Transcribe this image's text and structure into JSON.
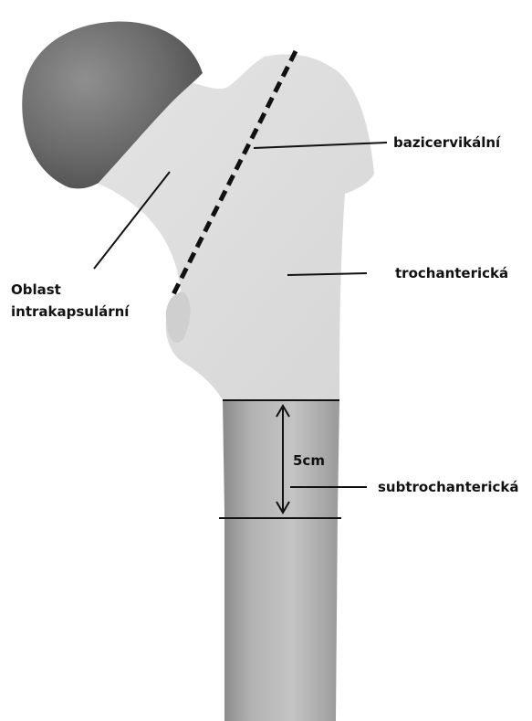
{
  "labels": {
    "intracapsular_line1": "Oblast",
    "intracapsular_line2": "intrakapsulární",
    "basicervical": "bazicervikální",
    "trochanteric": "trochanterická",
    "subtrochanteric": "subtrochanterická",
    "measurement": "5cm"
  }
}
